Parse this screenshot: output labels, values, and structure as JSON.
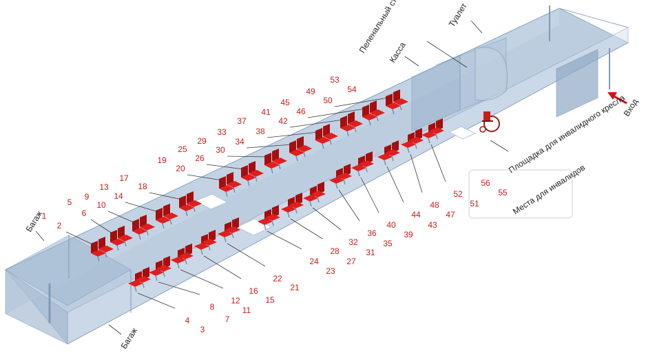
{
  "colors": {
    "seat": "#e01e1e",
    "seat_dark": "#a60e0e",
    "car_floor": "#bccde0",
    "car_wall": "#c9d8e8",
    "car_edge": "#8ea6c2",
    "number": "#cc1a1a",
    "arrow": "#d21414"
  },
  "labels": {
    "luggage_top": "Багаж",
    "luggage_bottom": "Багаж",
    "toilet": "Туалет",
    "changing_table": "Пеленальный столик",
    "cashier": "Касса",
    "entrance": "Вход",
    "wheelchair_area": "Площадка для инвалидного кресла",
    "disabled_seats": "Места для инвалидов"
  },
  "seat_numbers": {
    "top_upper": [
      "1",
      "5",
      "9",
      "13",
      "17",
      "19",
      "25",
      "29",
      "33",
      "37",
      "41",
      "45",
      "49",
      "53"
    ],
    "top_lower": [
      "2",
      "6",
      "10",
      "14",
      "18",
      "20",
      "26",
      "30",
      "34",
      "38",
      "42",
      "46",
      "50",
      "54"
    ],
    "bottom_upper": [
      "4",
      "8",
      "12",
      "16",
      "22",
      "24",
      "28",
      "32",
      "36",
      "40",
      "44",
      "48",
      "52"
    ],
    "bottom_lower": [
      "3",
      "7",
      "11",
      "15",
      "21",
      "23",
      "27",
      "31",
      "35",
      "39",
      "43",
      "47",
      "51"
    ],
    "disabled": [
      "56",
      "55"
    ]
  }
}
